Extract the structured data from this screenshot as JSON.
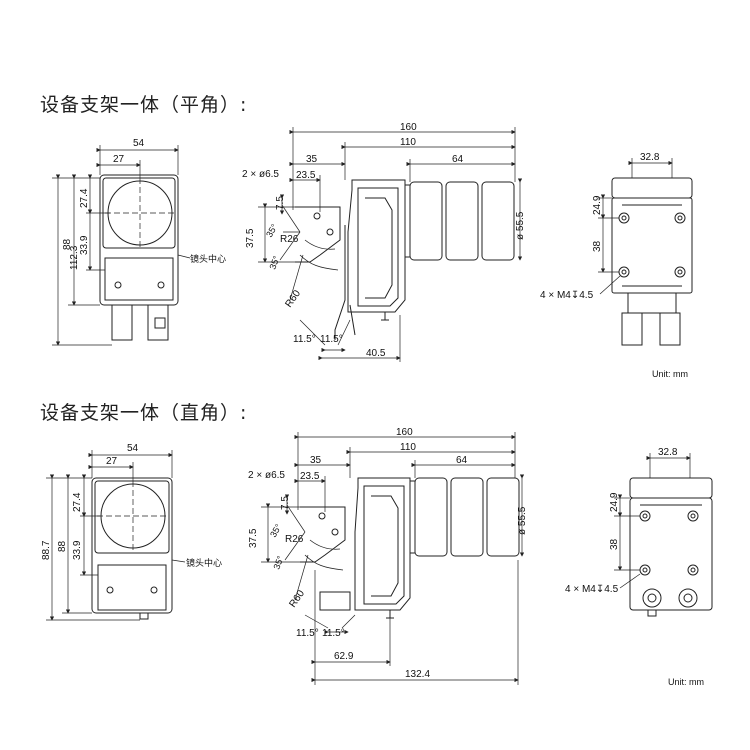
{
  "sections": [
    {
      "title": "设备支架一体（平角）:",
      "front": {
        "w_total": "54",
        "w_half": "27",
        "h_27_4": "27.4",
        "h_88": "88",
        "h_33_9": "33.9",
        "h_total": "112.3",
        "lens_center": "镜头中心"
      },
      "side": {
        "len_160": "160",
        "len_110": "110",
        "len_64": "64",
        "len_35": "35",
        "len_23_5": "23.5",
        "holes": "2 × ø6.5",
        "v_7_5": "7.5",
        "v_37_5": "37.5",
        "ang1": "35°",
        "ang2": "35°",
        "r26": "R26",
        "r60": "R60",
        "dia": "ø 55.5",
        "b_11_5a": "11.5°",
        "b_11_5b": "11.5°",
        "b_40_5": "40.5"
      },
      "back": {
        "w": "32.8",
        "h1": "24.9",
        "h2": "38",
        "thread": "4 × M4↧4.5"
      },
      "unit": "Unit: mm"
    },
    {
      "title": "设备支架一体（直角）:",
      "front": {
        "w_total": "54",
        "w_half": "27",
        "h_27_4": "27.4",
        "h_88": "88",
        "h_33_9": "33.9",
        "h_total": "88.7",
        "lens_center": "镜头中心"
      },
      "side": {
        "len_160": "160",
        "len_110": "110",
        "len_64": "64",
        "len_35": "35",
        "len_23_5": "23.5",
        "holes": "2 × ø6.5",
        "v_7_5": "7.5",
        "v_37_5": "37.5",
        "ang1": "35°",
        "ang2": "35°",
        "r26": "R26",
        "r60": "R60",
        "dia": "ø 55.5",
        "b_11_5a": "11.5°",
        "b_11_5b": "11.5°",
        "b_62_9": "62.9",
        "b_132_4": "132.4"
      },
      "back": {
        "w": "32.8",
        "h1": "24.9",
        "h2": "38",
        "thread": "4 × M4↧4.5"
      },
      "unit": "Unit: mm"
    }
  ]
}
